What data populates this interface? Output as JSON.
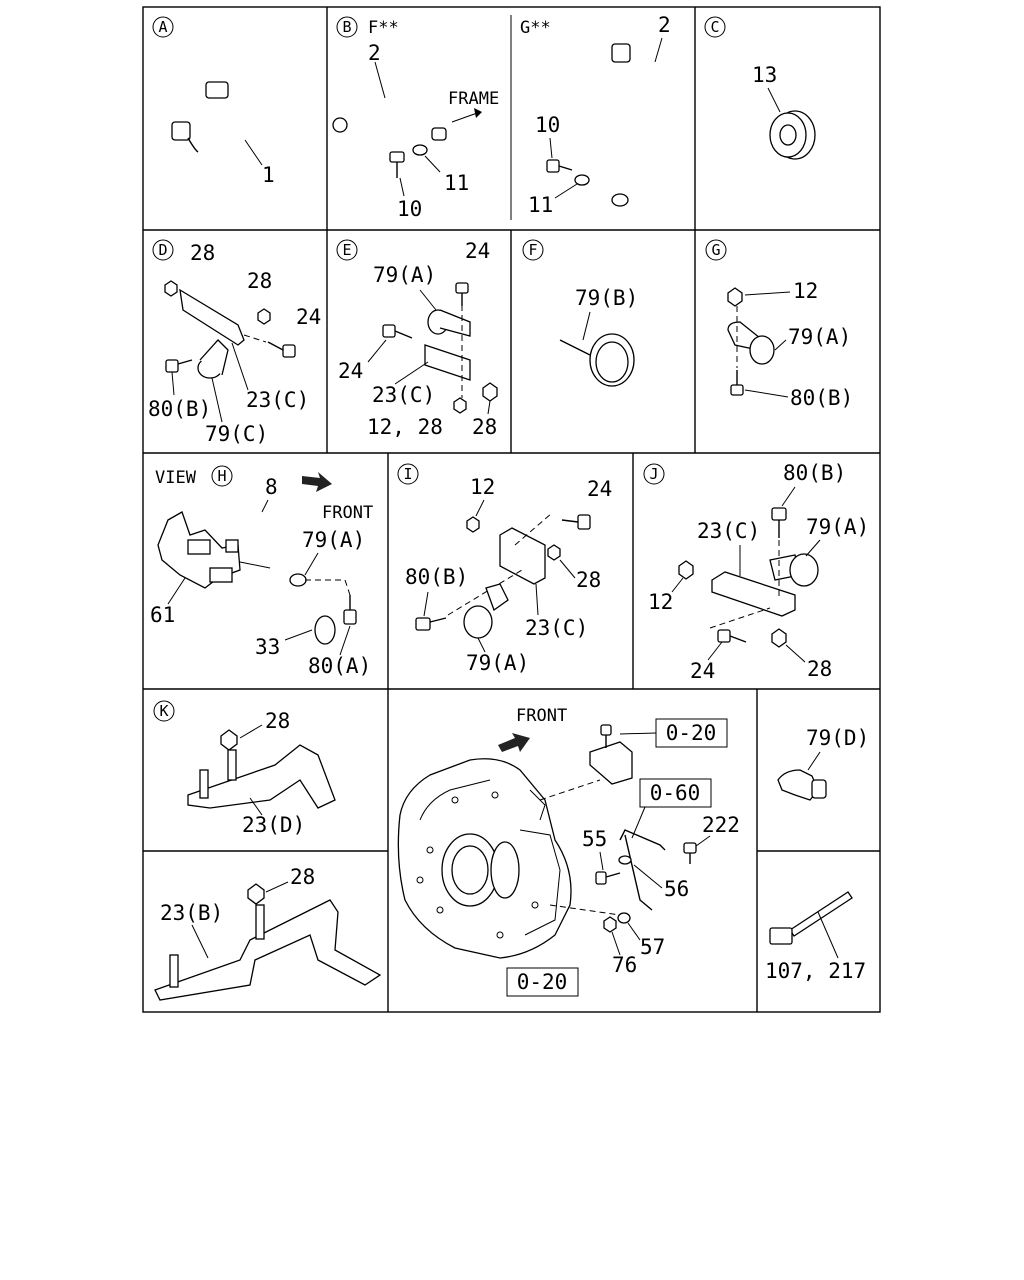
{
  "panels": {
    "A": {
      "marker": "A",
      "labels": [
        "1"
      ]
    },
    "B": {
      "marker": "B",
      "variant": "F**",
      "labels": [
        "2",
        "10",
        "11"
      ],
      "note": "FRAME"
    },
    "G_variant": {
      "variant": "G**",
      "labels": [
        "2",
        "10",
        "11"
      ]
    },
    "C": {
      "marker": "C",
      "labels": [
        "13"
      ]
    },
    "D": {
      "marker": "D",
      "labels": [
        "28",
        "28",
        "24",
        "80(B)",
        "23(C)",
        "79(C)"
      ]
    },
    "E": {
      "marker": "E",
      "labels": [
        "24",
        "79(A)",
        "24",
        "23(C)",
        "12, 28",
        "28"
      ]
    },
    "F": {
      "marker": "F",
      "labels": [
        "79(B)"
      ]
    },
    "G": {
      "marker": "G",
      "labels": [
        "12",
        "79(A)",
        "80(B)"
      ]
    },
    "H": {
      "view": "VIEW",
      "marker": "H",
      "labels": [
        "8",
        "FRONT",
        "79(A)",
        "61",
        "33",
        "80(A)"
      ]
    },
    "I": {
      "marker": "I",
      "labels": [
        "12",
        "24",
        "80(B)",
        "28",
        "23(C)",
        "79(A)"
      ]
    },
    "J": {
      "marker": "J",
      "labels": [
        "80(B)",
        "23(C)",
        "79(A)",
        "12",
        "24",
        "28"
      ]
    },
    "K": {
      "marker": "K",
      "labels": [
        "28",
        "23(D)"
      ]
    },
    "K2": {
      "labels": [
        "28",
        "23(B)"
      ]
    },
    "main": {
      "front": "FRONT",
      "refs": [
        "0-20",
        "0-60",
        "0-20"
      ],
      "labels": [
        "222",
        "55",
        "56",
        "57",
        "76"
      ]
    },
    "right": {
      "labels": [
        "79(D)",
        "107, 217"
      ]
    }
  }
}
